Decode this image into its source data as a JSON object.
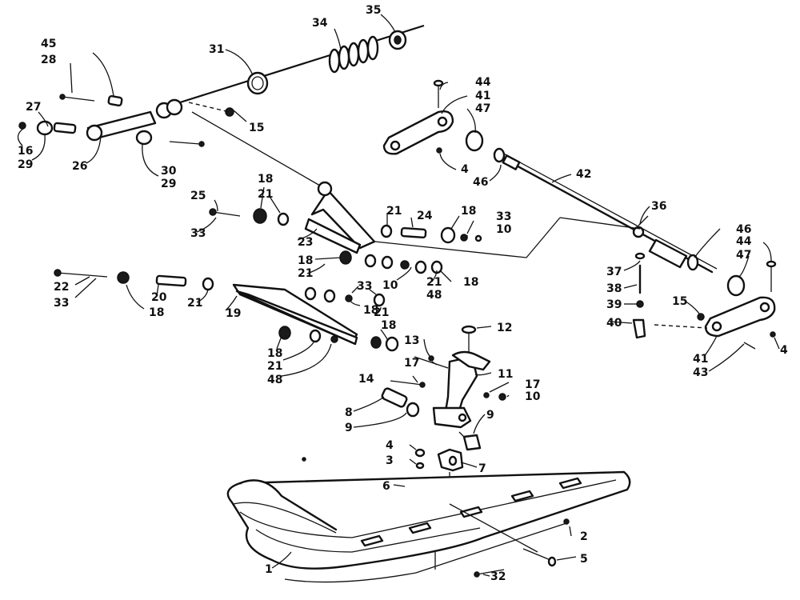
{
  "callouts": [
    {
      "id": "c45",
      "text": "45"
    },
    {
      "id": "c28",
      "text": "28"
    },
    {
      "id": "c27",
      "text": "27"
    },
    {
      "id": "c16",
      "text": "16"
    },
    {
      "id": "c29a",
      "text": "29"
    },
    {
      "id": "c26",
      "text": "26"
    },
    {
      "id": "c30",
      "text": "30"
    },
    {
      "id": "c29b",
      "text": "29"
    },
    {
      "id": "c31",
      "text": "31"
    },
    {
      "id": "c34",
      "text": "34"
    },
    {
      "id": "c35",
      "text": "35"
    },
    {
      "id": "c15a",
      "text": "15"
    },
    {
      "id": "c44a",
      "text": "44"
    },
    {
      "id": "c41a",
      "text": "41"
    },
    {
      "id": "c47a",
      "text": "47"
    },
    {
      "id": "c4a",
      "text": "4"
    },
    {
      "id": "c46a",
      "text": "46"
    },
    {
      "id": "c42",
      "text": "42"
    },
    {
      "id": "c36",
      "text": "36"
    },
    {
      "id": "c18a",
      "text": "18"
    },
    {
      "id": "c21a",
      "text": "21"
    },
    {
      "id": "c25",
      "text": "25"
    },
    {
      "id": "c33a",
      "text": "33"
    },
    {
      "id": "c21b",
      "text": "21"
    },
    {
      "id": "c24",
      "text": "24"
    },
    {
      "id": "c18b",
      "text": "18"
    },
    {
      "id": "c33b",
      "text": "33"
    },
    {
      "id": "c10a",
      "text": "10"
    },
    {
      "id": "c23",
      "text": "23"
    },
    {
      "id": "c18c",
      "text": "18"
    },
    {
      "id": "c21c",
      "text": "21"
    },
    {
      "id": "c21d",
      "text": "21"
    },
    {
      "id": "c48a",
      "text": "48"
    },
    {
      "id": "c18d",
      "text": "18"
    },
    {
      "id": "c22",
      "text": "22"
    },
    {
      "id": "c33c",
      "text": "33"
    },
    {
      "id": "c20",
      "text": "20"
    },
    {
      "id": "c18e",
      "text": "18"
    },
    {
      "id": "c21e",
      "text": "21"
    },
    {
      "id": "c19",
      "text": "19"
    },
    {
      "id": "c33d",
      "text": "33"
    },
    {
      "id": "c10b",
      "text": "10"
    },
    {
      "id": "c18f",
      "text": "18"
    },
    {
      "id": "c21f",
      "text": "21"
    },
    {
      "id": "c18g",
      "text": "18"
    },
    {
      "id": "c18h",
      "text": "18"
    },
    {
      "id": "c21g",
      "text": "21"
    },
    {
      "id": "c48b",
      "text": "48"
    },
    {
      "id": "c13",
      "text": "13"
    },
    {
      "id": "c12",
      "text": "12"
    },
    {
      "id": "c17a",
      "text": "17"
    },
    {
      "id": "c14",
      "text": "14"
    },
    {
      "id": "c11",
      "text": "11"
    },
    {
      "id": "c17b",
      "text": "17"
    },
    {
      "id": "c10c",
      "text": "10"
    },
    {
      "id": "c8",
      "text": "8"
    },
    {
      "id": "c9a",
      "text": "9"
    },
    {
      "id": "c9b",
      "text": "9"
    },
    {
      "id": "c46b",
      "text": "46"
    },
    {
      "id": "c44b",
      "text": "44"
    },
    {
      "id": "c47b",
      "text": "47"
    },
    {
      "id": "c37",
      "text": "37"
    },
    {
      "id": "c38",
      "text": "38"
    },
    {
      "id": "c39",
      "text": "39"
    },
    {
      "id": "c15b",
      "text": "15"
    },
    {
      "id": "c40",
      "text": "40"
    },
    {
      "id": "c41b",
      "text": "41"
    },
    {
      "id": "c43",
      "text": "43"
    },
    {
      "id": "c4b",
      "text": "4"
    },
    {
      "id": "c4c",
      "text": "4"
    },
    {
      "id": "c3",
      "text": "3"
    },
    {
      "id": "c7",
      "text": "7"
    },
    {
      "id": "c6",
      "text": "6"
    },
    {
      "id": "c2",
      "text": "2"
    },
    {
      "id": "c1",
      "text": "1"
    },
    {
      "id": "c5",
      "text": "5"
    },
    {
      "id": "c32",
      "text": "32"
    }
  ]
}
